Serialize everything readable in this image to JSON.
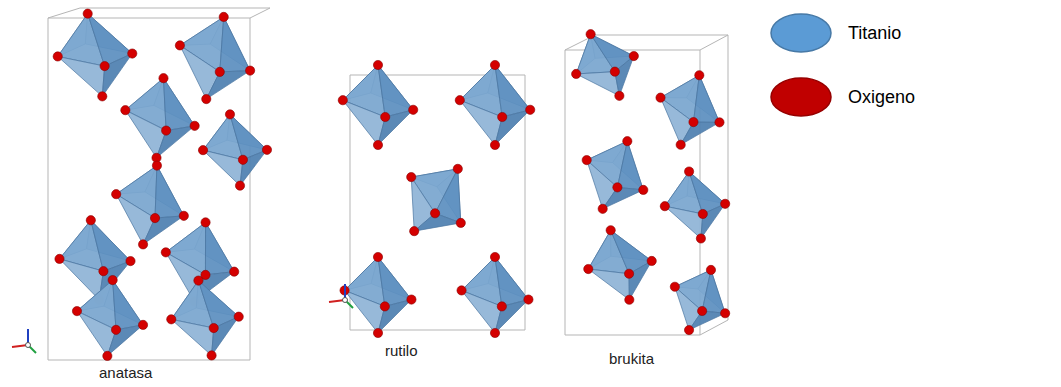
{
  "diagram": {
    "labels": [
      "anatasa",
      "rutilo",
      "brukita"
    ],
    "legend": [
      {
        "text": "Titanio",
        "color": "#5b9bd5"
      },
      {
        "text": "Oxigeno",
        "color": "#c00000"
      }
    ]
  }
}
